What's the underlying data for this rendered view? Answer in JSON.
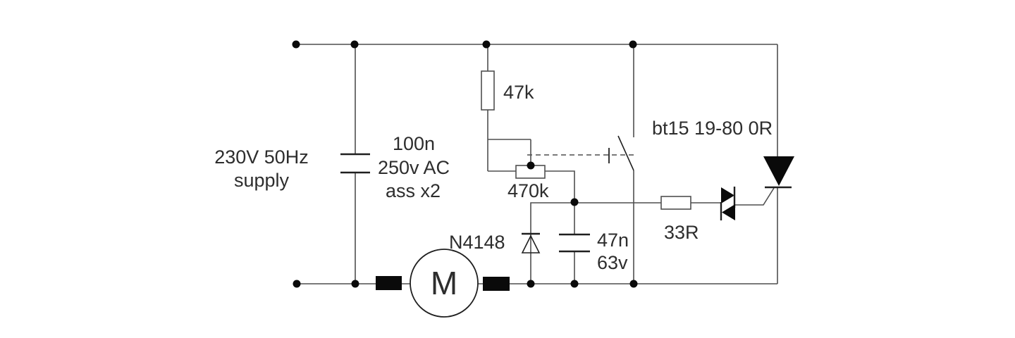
{
  "colors": {
    "background": "#ffffff",
    "wire": "#4f4f4f",
    "ink": "#1f1f1f",
    "solid": "#0a0a0a",
    "text": "#2d2d2d"
  },
  "schematic": {
    "supply": {
      "line1": "230V 50Hz",
      "line2": "supply"
    },
    "suppression_capacitor": {
      "value": "100n",
      "rating": "250v AC",
      "note": "ass x2"
    },
    "resistor_r1": {
      "value": "47k"
    },
    "potentiometer": {
      "value": "470k"
    },
    "triac": {
      "part": "bt15 19-80 0R"
    },
    "gate_resistor": {
      "value": "33R"
    },
    "diode": {
      "part": "N4148"
    },
    "gate_capacitor": {
      "value": "47n",
      "rating": "63v"
    },
    "motor": {
      "symbol": "M"
    }
  }
}
